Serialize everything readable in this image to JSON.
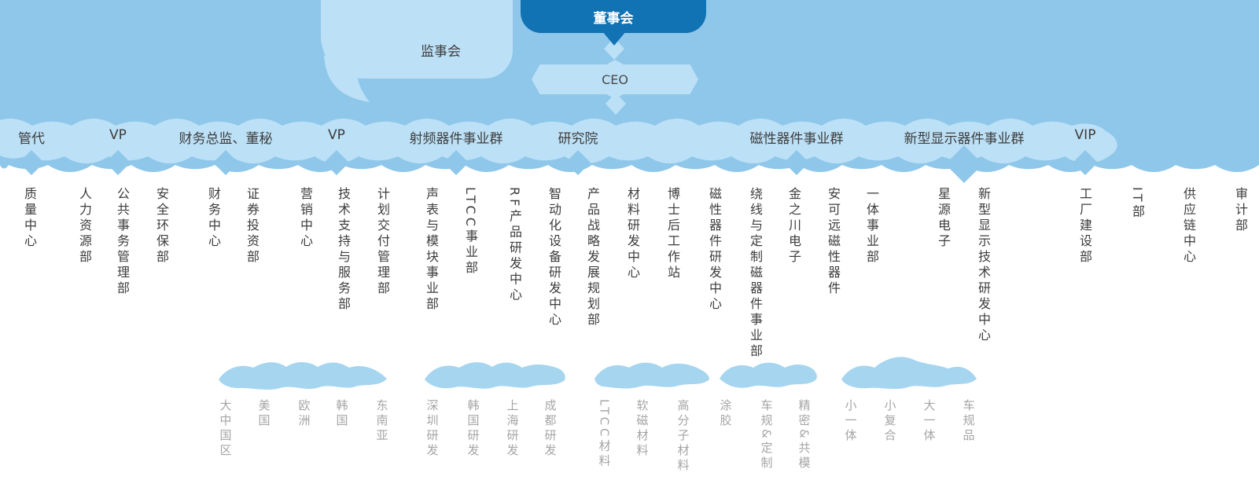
{
  "palette": {
    "background_blue": "#8FC7EA",
    "node_light_blue": "#BCE0F6",
    "board_dark_blue": "#1173B4",
    "connector_blue": "#A6D5F0",
    "text_dark": "#3D3D3D",
    "text_gray": "#A5A5A5",
    "board_text_color": "#FFFFFF"
  },
  "org": {
    "supervisory_board": "监事会",
    "board": "董事会",
    "ceo": "CEO",
    "divisions": [
      "管代",
      "VP",
      "财务总监、董秘",
      "VP",
      "射频器件事业群",
      "研究院",
      "磁性器件事业群",
      "新型显示器件事业群",
      "VIP"
    ],
    "departments": [
      "质量中心",
      "人力资源部",
      "公共事务管理部",
      "安全环保部",
      "财务中心",
      "证券投资部",
      "营销中心",
      "技术支持与服务部",
      "计划交付管理部",
      "声表与模块事业部",
      "LTCC事业部",
      "RF产品研发中心",
      "智动化设备研发中心",
      "产品战略发展规划部",
      "材料研发中心",
      "博士后工作站",
      "磁性器件研发中心",
      "绕线与定制磁器件事业部",
      "金之川电子",
      "安可远磁性器件",
      "一体事业部",
      "星源电子",
      "新型显示技术研发中心",
      "工厂建设部",
      "IT部",
      "供应链中心",
      "审计部"
    ],
    "sub_groups": [
      {
        "items": [
          "大中国区",
          "美国",
          "欧洲",
          "韩国",
          "东南亚"
        ]
      },
      {
        "items": [
          "深圳研发",
          "韩国研发",
          "上海研发",
          "成都研发"
        ]
      },
      {
        "items": [
          "LTCC材料",
          "软磁材料",
          "高分子材料"
        ]
      },
      {
        "items": [
          "涂胶",
          "车规&定制",
          "精密&共模"
        ]
      },
      {
        "items": [
          "小一体",
          "小复合",
          "大一体",
          "车规品"
        ]
      }
    ]
  }
}
